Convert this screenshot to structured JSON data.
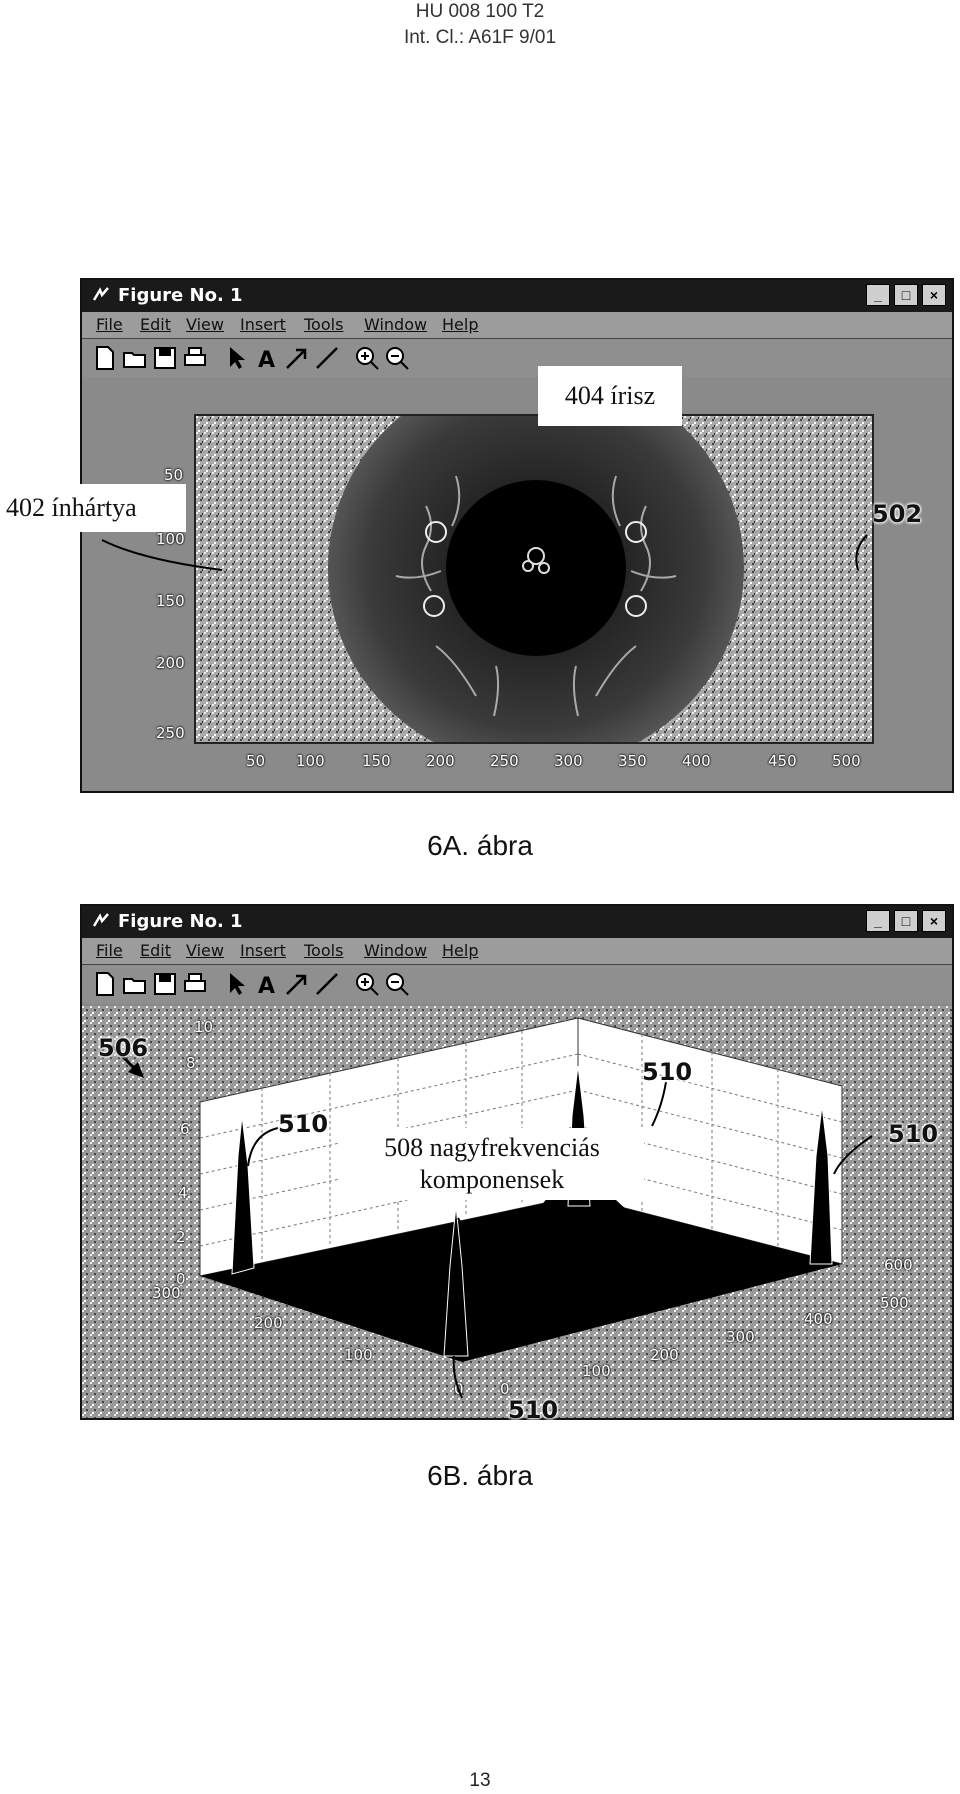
{
  "header": {
    "line1": "HU 008 100 T2",
    "line2": "Int. Cl.: A61F 9/01"
  },
  "figure_a": {
    "window_title": "Figure No. 1",
    "menu": [
      "File",
      "Edit",
      "View",
      "Insert",
      "Tools",
      "Window",
      "Help"
    ],
    "y_ticks": [
      "50",
      "100",
      "150",
      "200",
      "250"
    ],
    "x_ticks": [
      "50",
      "100",
      "150",
      "200",
      "250",
      "300",
      "350",
      "400",
      "450",
      "500"
    ],
    "label_iris": "404 írisz",
    "label_sclera": "402 ínhártya",
    "label_502": "502",
    "caption": "6A. ábra"
  },
  "figure_b": {
    "window_title": "Figure No. 1",
    "menu": [
      "File",
      "Edit",
      "View",
      "Insert",
      "Tools",
      "Window",
      "Help"
    ],
    "z_ticks": [
      "10",
      "8",
      "6",
      "4",
      "2",
      "0"
    ],
    "left_axis_ticks": [
      "300",
      "200",
      "100",
      "0"
    ],
    "right_axis_ticks": [
      "0",
      "100",
      "200",
      "300",
      "400",
      "500",
      "600"
    ],
    "label_506": "506",
    "label_508": "508 nagyfrekvenciás komponensek",
    "label_510": "510",
    "caption": "6B. ábra"
  },
  "page_number": "13"
}
